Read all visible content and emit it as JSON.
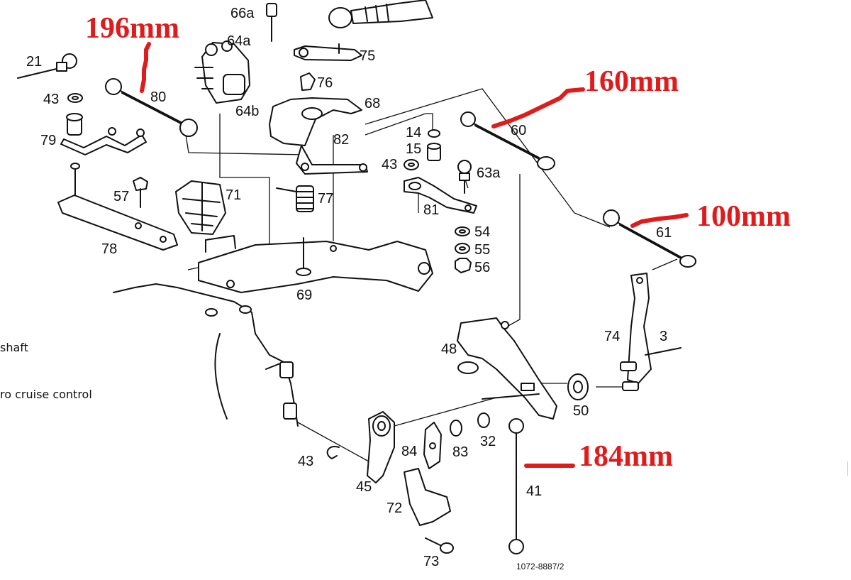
{
  "measurements": {
    "rod_80": "196mm",
    "rod_60": "160mm",
    "rod_61": "100mm",
    "rod_41": "184mm"
  },
  "side_notes": [
    "shaft",
    "ro cruise control"
  ],
  "part_labels": {
    "p66a": "66a",
    "p64a": "64a",
    "p64b": "64b",
    "p75": "75",
    "p76": "76",
    "p68": "68",
    "p82": "82",
    "p21": "21",
    "p80": "80",
    "p43a": "43",
    "p79": "79",
    "p14": "14",
    "p15": "15",
    "p43b": "43",
    "p63a": "63a",
    "p60": "60",
    "p57": "57",
    "p71": "71",
    "p77": "77",
    "p81": "81",
    "p78": "78",
    "p54": "54",
    "p55": "55",
    "p56": "56",
    "p61": "61",
    "p69": "69",
    "p48": "48",
    "p74": "74",
    "p3": "3",
    "p50": "50",
    "p84": "84",
    "p83": "83",
    "p32": "32",
    "p43c": "43",
    "p45": "45",
    "p41": "41",
    "p72": "72",
    "p73": "73"
  },
  "drawing_code": "1072-8887/2"
}
